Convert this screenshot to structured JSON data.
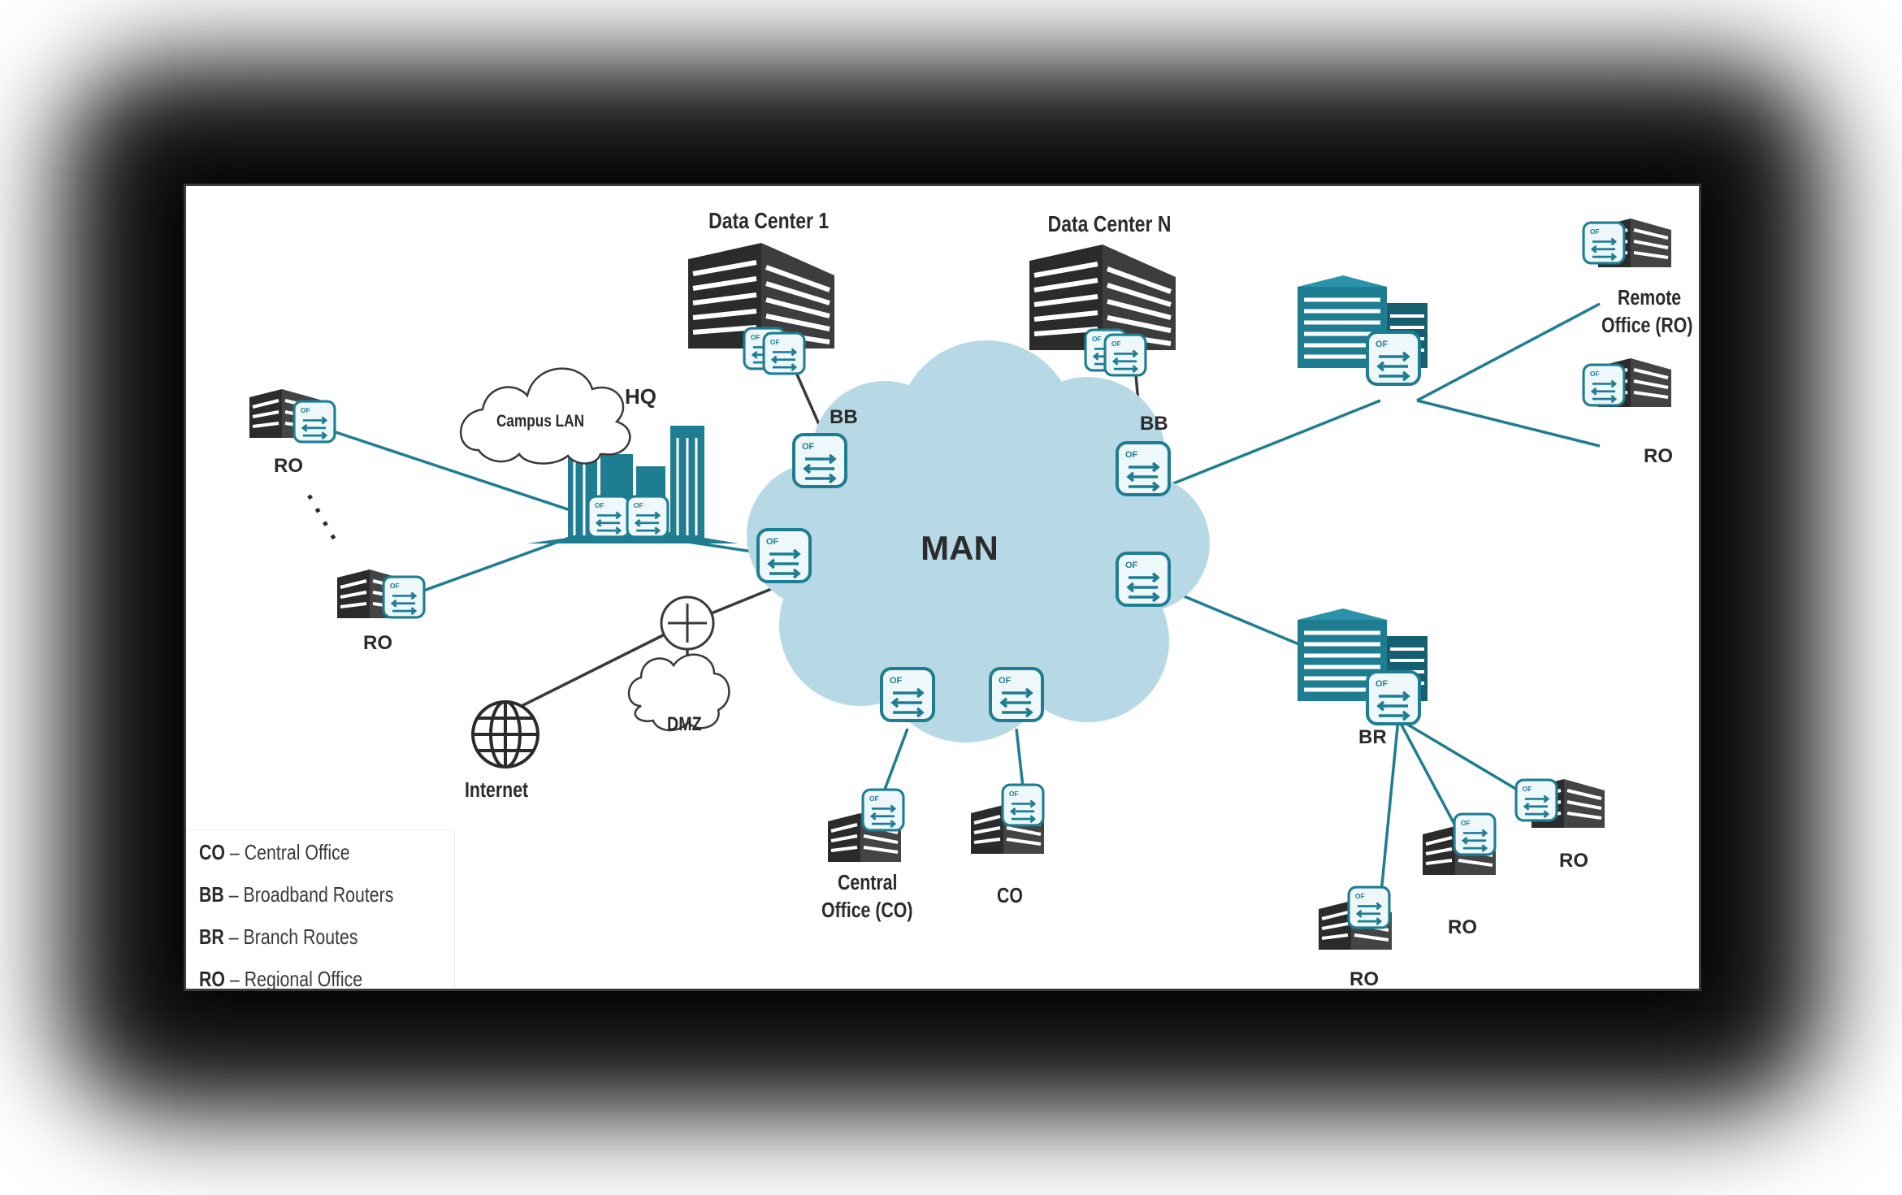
{
  "diagram": {
    "center_label": "MAN",
    "sites": {
      "data_center_1": "Data Center 1",
      "data_center_n": "Data Center N",
      "hq": "HQ",
      "campus_lan": "Campus LAN",
      "internet": "Internet",
      "dmz": "DMZ",
      "remote_office_line1": "Remote",
      "remote_office_line2": "Office (RO)",
      "central_office_line1": "Central",
      "central_office_line2": "Office (CO)",
      "co": "CO",
      "ro": "RO",
      "bb": "BB",
      "br": "BR",
      "of": "OF"
    },
    "ellipsis": ". . . .",
    "colors": {
      "teal": "#1f7d92",
      "cloud": "#b7d9e6",
      "building_dark": "#2b2b2b",
      "switch_fill": "#eef8fb"
    }
  },
  "legend": {
    "items": [
      {
        "code": "CO",
        "text": "Central Office"
      },
      {
        "code": "BB",
        "text": "Broadband Routers"
      },
      {
        "code": "BR",
        "text": "Branch Routes"
      },
      {
        "code": "RO",
        "text": "Regional Office"
      }
    ],
    "separator": "–"
  }
}
